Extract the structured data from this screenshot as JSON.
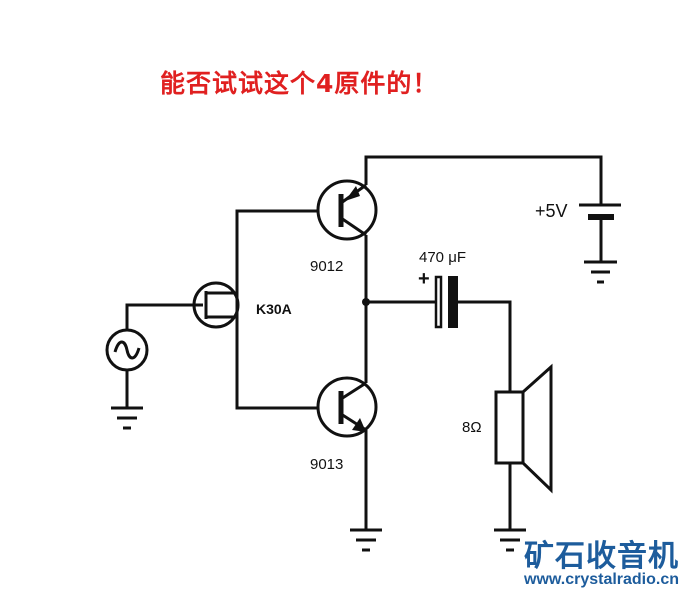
{
  "title": "能否试试这个4原件的！",
  "labels": {
    "supply": "+5V",
    "capacitor": "470 μF",
    "capacitor_polarity": "+",
    "speaker": "8Ω",
    "jfet": "K30A",
    "pnp": "9012",
    "npn": "9013"
  },
  "watermark": {
    "name": "矿石收音机",
    "url": "www.crystalradio.cn"
  },
  "colors": {
    "title": "#e02020",
    "watermark": "#1d5c9c",
    "wire": "#111111"
  }
}
